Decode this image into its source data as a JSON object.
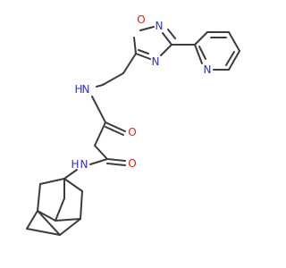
{
  "colors": {
    "bond": "#3c3c3c",
    "carbon": "#3c3c3c",
    "nitrogen": "#2f2fd0",
    "oxygen": "#e0201a"
  },
  "atoms": {
    "oxadiazole_O": {
      "text": "O",
      "element": "O"
    },
    "oxadiazole_N2": {
      "text": "N",
      "element": "N"
    },
    "oxadiazole_N4": {
      "text": "N",
      "element": "N"
    },
    "pyridine_N": {
      "text": "N",
      "element": "N"
    },
    "amide_NH_upper": {
      "text": "N",
      "h": "H",
      "element": "N"
    },
    "carbonyl_O_upper": {
      "text": "O",
      "element": "O"
    },
    "carbonyl_O_lower": {
      "text": "O",
      "element": "O"
    },
    "amide_NH_lower": {
      "text": "H",
      "h": "N",
      "element": "N"
    }
  }
}
